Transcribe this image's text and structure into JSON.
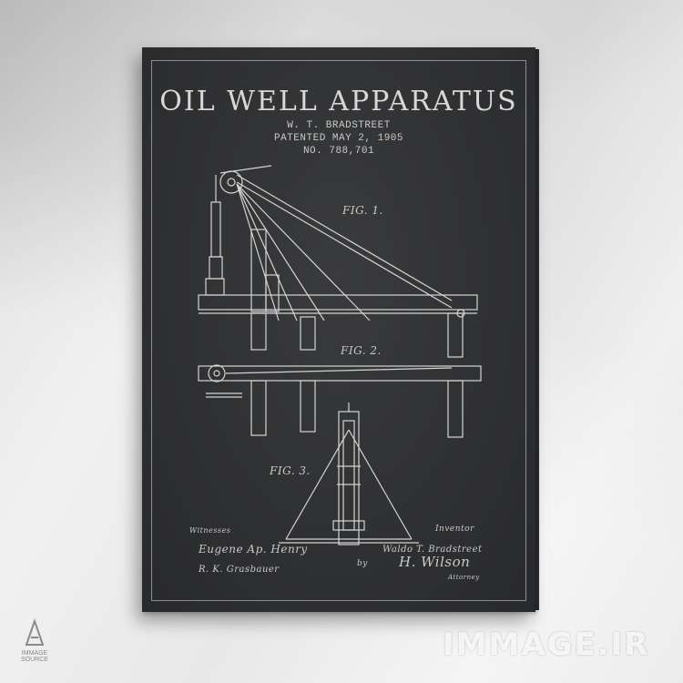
{
  "poster": {
    "title": "OIL WELL APPARATUS",
    "inventor_name": "W. T. BRADSTREET",
    "patent_date": "PATENTED MAY 2, 1905",
    "patent_number": "NO. 788,701",
    "fig_labels": [
      "FIG. 1.",
      "FIG. 2.",
      "FIG. 3."
    ],
    "witnesses_label": "Witnesses",
    "witness_1": "Eugene Ap. Henry",
    "witness_2": "R. K. Grasbauer",
    "inventor_label": "Inventor",
    "inventor_signature": "Waldo T. Bradstreet",
    "by_label": "by",
    "attorney_signature": "H. Wilson",
    "attorney_label": "Attorney"
  },
  "watermark": {
    "brand": "IMMAGE.IR",
    "logo_line_1": "IMMAGE",
    "logo_line_2": "SOURCE"
  },
  "colors": {
    "canvas": "#2f3032",
    "ink": "#d8d8d8",
    "wall": "#e2e2e2"
  }
}
